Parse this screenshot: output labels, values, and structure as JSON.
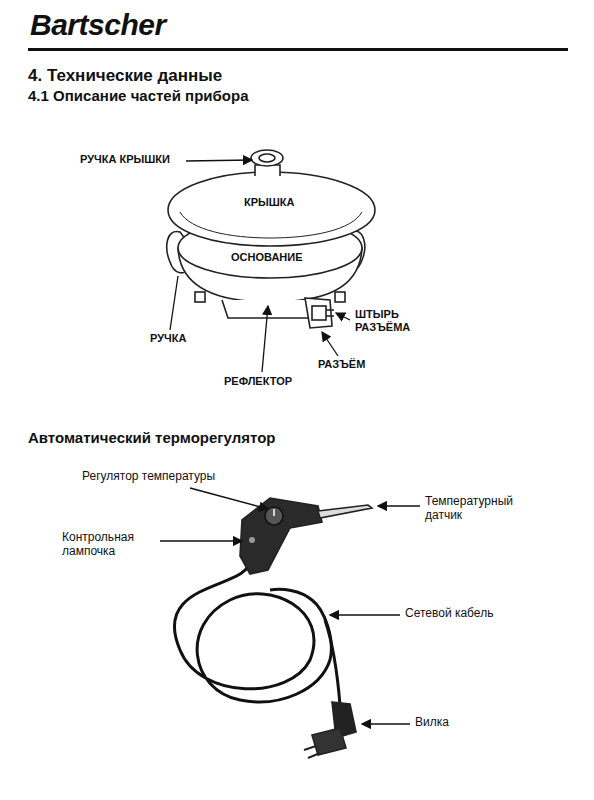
{
  "diagram": {
    "title": "4. Технические данные",
    "labels": [
      "Bartscher",
      "4.1 Описание частей прибора",
      "РУЧКА КРЫШКИ",
      "КРЫШКА",
      "ОСНОВАНИЕ",
      "РУЧКА",
      "ШТЫРЬ РАЗЪЁМА",
      "РАЗЪЁМ",
      "РЕФЛЕКТОР",
      "Автоматический терморегулятор",
      "Регулятор температуры",
      "Контрольная лампочка",
      "Температурный датчик",
      "Сетевой кабель",
      "Вилка"
    ]
  }
}
